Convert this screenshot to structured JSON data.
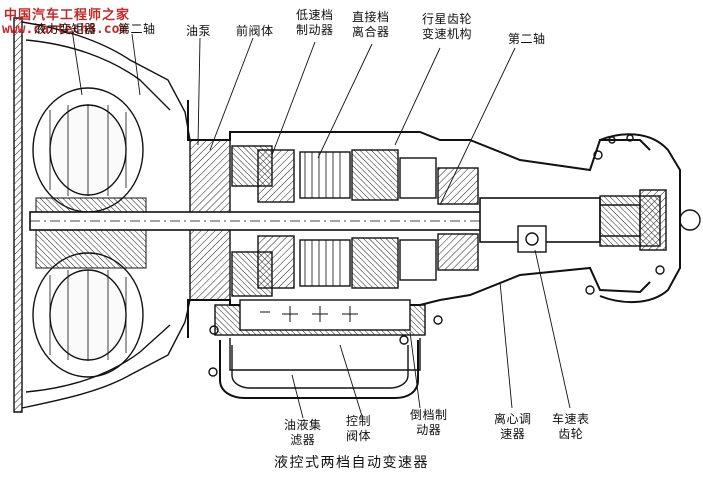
{
  "watermark": {
    "line1": "中国汽车工程师之家",
    "line2": "www.cartech8.com"
  },
  "caption": "液控式两档自动变速器",
  "labels": {
    "torque_converter": [
      "液力变矩器"
    ],
    "second_shaft_left": [
      "第二轴"
    ],
    "oil_pump": [
      "油泵"
    ],
    "front_valve_body": [
      "前阀体"
    ],
    "low_gear_brake": [
      "低速档",
      "制动器"
    ],
    "direct_clutch": [
      "直接档",
      "离合器"
    ],
    "planetary_set": [
      "行星齿轮",
      "变速机构"
    ],
    "second_shaft_right": [
      "第二轴"
    ],
    "oil_filter": [
      "油液集",
      "滤器"
    ],
    "control_valve": [
      "控制",
      "阀体"
    ],
    "reverse_brake": [
      "倒档制",
      "动器"
    ],
    "governor": [
      "离心调",
      "速器"
    ],
    "speedo_gear": [
      "车速表",
      "齿轮"
    ]
  }
}
